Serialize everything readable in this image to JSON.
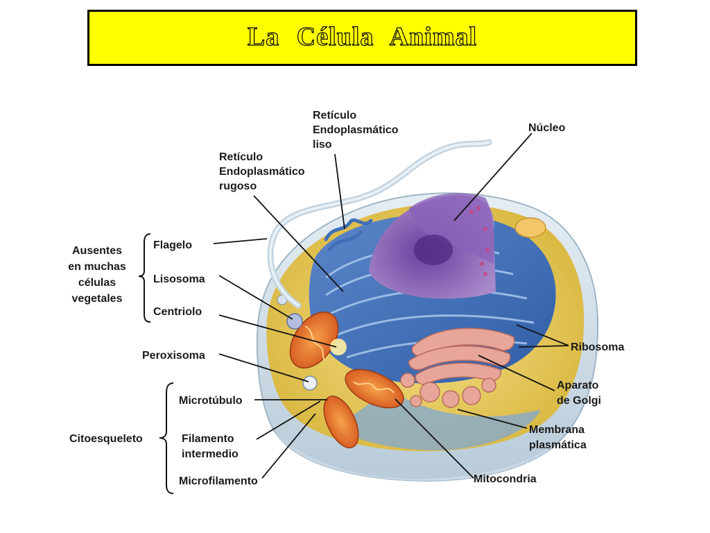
{
  "title": "La   Célula    Animal",
  "labels": {
    "rel_liso_1": "Retículo",
    "rel_liso_2": "Endoplasmático",
    "rel_liso_3": "liso",
    "rer_1": "Retículo",
    "rer_2": "Endoplasmático",
    "rer_3": "rugoso",
    "nucleo": "Núcleo",
    "ausentes_1": "Ausentes",
    "ausentes_2": "en muchas",
    "ausentes_3": "células",
    "ausentes_4": "vegetales",
    "flagelo": "Flagelo",
    "lisosoma": "Lisosoma",
    "centriolo": "Centriolo",
    "peroxisoma": "Peroxisoma",
    "ribosoma": "Ribosoma",
    "aparato_1": "Aparato",
    "aparato_2": "de Golgi",
    "microtubulo": "Microtúbulo",
    "citoesqueleto": "Citoesqueleto",
    "filamento_1": "Filamento",
    "filamento_2": "intermedio",
    "membrana_1": "Membrana",
    "membrana_2": "plasmática",
    "microfilamento": "Microfilamento",
    "mitocondria": "Mitocondria"
  }
}
